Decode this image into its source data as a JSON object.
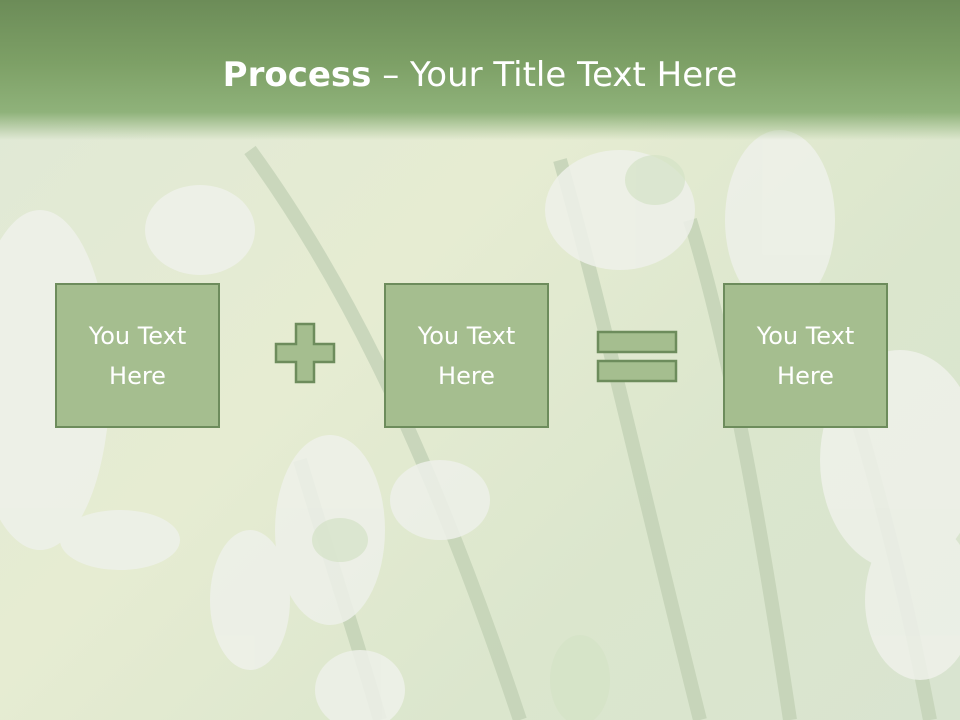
{
  "slide": {
    "title_bold": "Process",
    "title_sep": " – ",
    "title_rest": "Your Title Text Here",
    "boxes": [
      {
        "text": "You Text Here"
      },
      {
        "text": "You Text Here"
      },
      {
        "text": "You Text Here"
      }
    ]
  },
  "colors": {
    "header": "#7da066",
    "box_fill": "#a5be8f",
    "box_border": "#6d8c5c",
    "text": "#ffffff"
  }
}
